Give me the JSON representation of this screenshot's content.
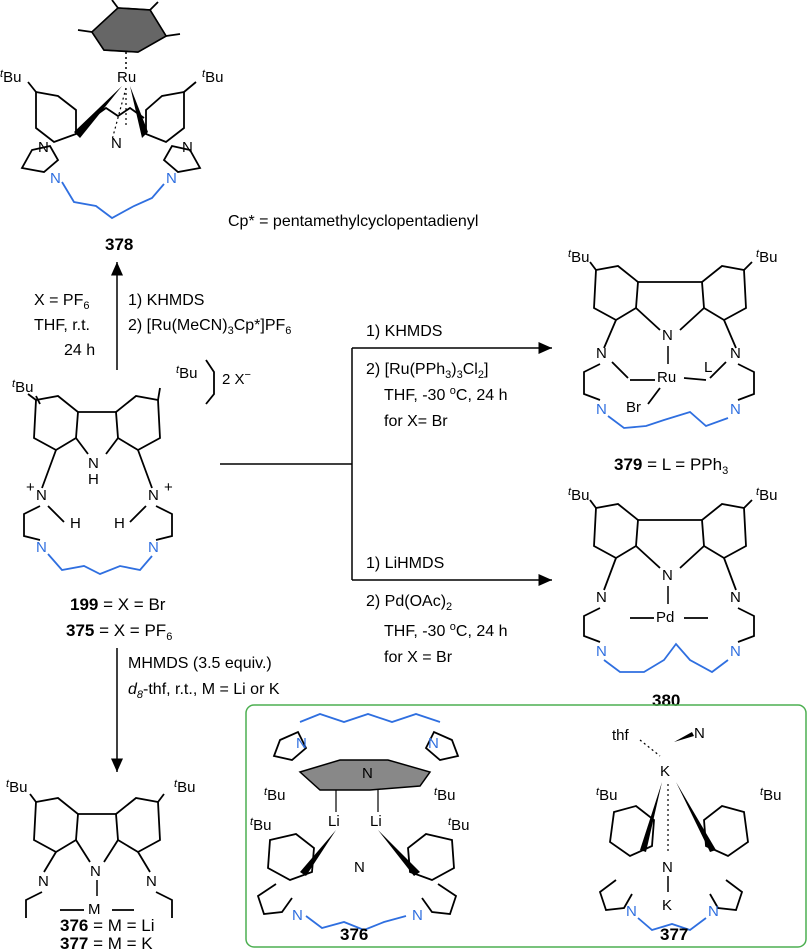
{
  "compounds": {
    "c378": {
      "label": "378",
      "metal": "Ru"
    },
    "c199": {
      "label_top": "199",
      "label_top_rest": " = X = Br",
      "label_bottom": "375",
      "label_bottom_rest": " = X = PF",
      "sub6": "6",
      "counterion": "2 X",
      "minus": "−"
    },
    "c379": {
      "label": "379",
      "rest": " = L = PPh",
      "sub3": "3",
      "metal": "Ru",
      "L": "L",
      "Br": "Br"
    },
    "c380": {
      "label": "380",
      "metal": "Pd"
    },
    "c376": {
      "label": "376",
      "rest": " = M = Li",
      "metal": "M"
    },
    "c377": {
      "label": "377",
      "rest": " = M = K"
    },
    "box376": {
      "label": "376",
      "li": "Li"
    },
    "box377": {
      "label": "377",
      "k": "K",
      "thf": "thf",
      "n": "N"
    }
  },
  "atoms": {
    "N": "N",
    "H": "H",
    "tBu_t": "t",
    "tBu_Bu": "Bu",
    "plus": "+"
  },
  "definitions": {
    "cp": "Cp* = pentamethylcyclopentadienyl"
  },
  "conditions": {
    "to378": {
      "left1": "X = PF",
      "left1_sub": "6",
      "left2": "THF, r.t.",
      "left3": "24 h",
      "r1": "1) KHMDS",
      "r2": "2) [Ru(MeCN)",
      "r2_sub": "3",
      "r2b": "Cp*]PF",
      "r2b_sub": "6"
    },
    "to379": {
      "l1": "1) KHMDS",
      "l2": "2) [Ru(PPh",
      "l2_sub": "3",
      "l2b": ")",
      "l2b_sub": "3",
      "l2c": "Cl",
      "l2c_sub": "2",
      "l2d": "]",
      "l3": "THF, -30 ",
      "l3_sup": "o",
      "l3b": "C, 24 h",
      "l4": "for X= Br"
    },
    "to380": {
      "l1": "1) LiHMDS",
      "l2": "2) Pd(OAc)",
      "l2_sub": "2",
      "l3": "THF, -30 ",
      "l3_sup": "o",
      "l3b": "C, 24 h",
      "l4": "for X = Br"
    },
    "to376": {
      "l1": "MHMDS (3.5 equiv.)",
      "l2_d": "d",
      "l2_sub": "8",
      "l2_rest": "-thf, r.t., M = Li or K"
    }
  }
}
